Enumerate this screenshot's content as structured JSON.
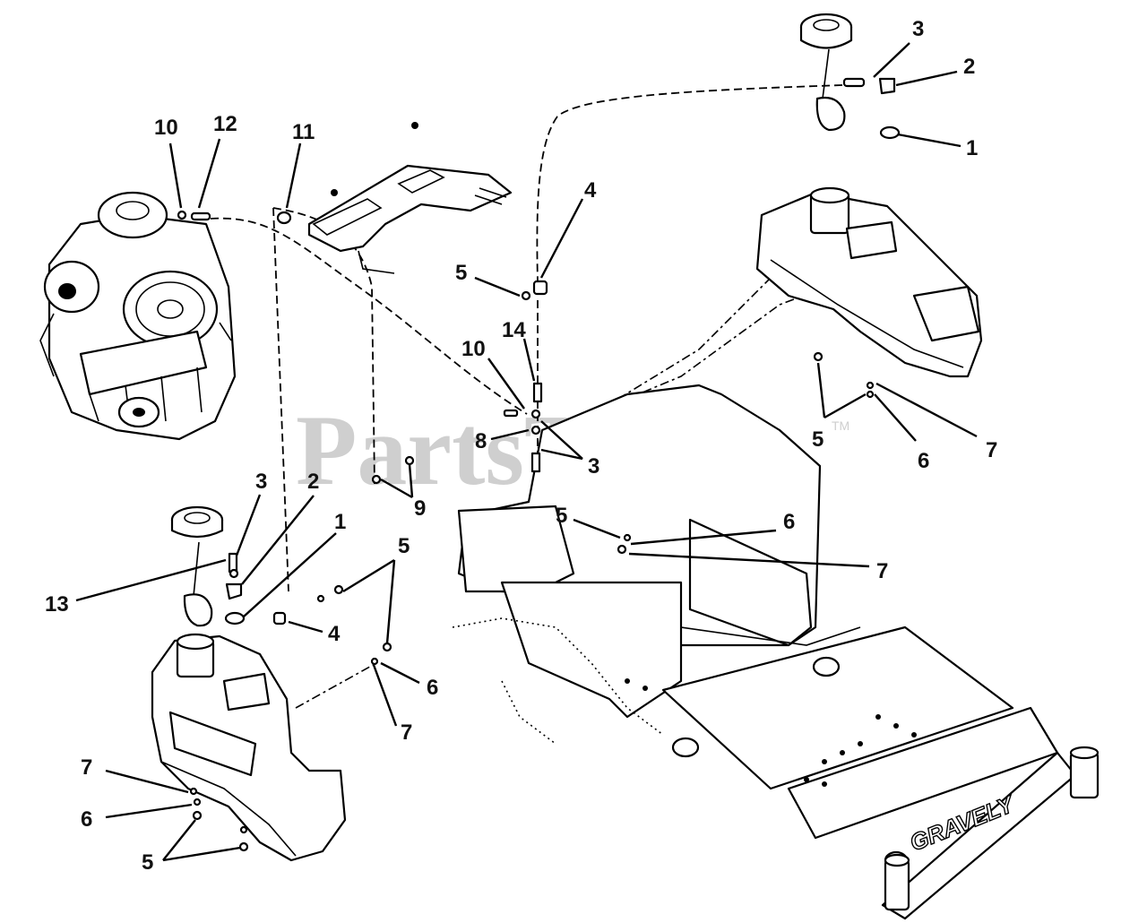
{
  "watermark": {
    "text": "PartsTree",
    "tm": "TM"
  },
  "brand_label": "GRAVELY",
  "callouts": [
    {
      "id": "c-3-top",
      "label": "3"
    },
    {
      "id": "c-2-top",
      "label": "2"
    },
    {
      "id": "c-1-top",
      "label": "1"
    },
    {
      "id": "c-10-top",
      "label": "10"
    },
    {
      "id": "c-12",
      "label": "12"
    },
    {
      "id": "c-11",
      "label": "11"
    },
    {
      "id": "c-4-top",
      "label": "4"
    },
    {
      "id": "c-5-mid",
      "label": "5"
    },
    {
      "id": "c-14",
      "label": "14"
    },
    {
      "id": "c-10-mid",
      "label": "10"
    },
    {
      "id": "c-8",
      "label": "8"
    },
    {
      "id": "c-3-mid",
      "label": "3"
    },
    {
      "id": "c-9",
      "label": "9"
    },
    {
      "id": "c-5-right",
      "label": "5"
    },
    {
      "id": "c-6-right",
      "label": "6"
    },
    {
      "id": "c-7-right",
      "label": "7"
    },
    {
      "id": "c-5-center",
      "label": "5"
    },
    {
      "id": "c-6-center",
      "label": "6"
    },
    {
      "id": "c-7-center",
      "label": "7"
    },
    {
      "id": "c-3-left",
      "label": "3"
    },
    {
      "id": "c-2-left",
      "label": "2"
    },
    {
      "id": "c-1-left",
      "label": "1"
    },
    {
      "id": "c-13",
      "label": "13"
    },
    {
      "id": "c-4-left",
      "label": "4"
    },
    {
      "id": "c-5-lower",
      "label": "5"
    },
    {
      "id": "c-6-lower",
      "label": "6"
    },
    {
      "id": "c-7-lower",
      "label": "7"
    },
    {
      "id": "c-7-bl",
      "label": "7"
    },
    {
      "id": "c-6-bl",
      "label": "6"
    },
    {
      "id": "c-5-bl",
      "label": "5"
    }
  ]
}
